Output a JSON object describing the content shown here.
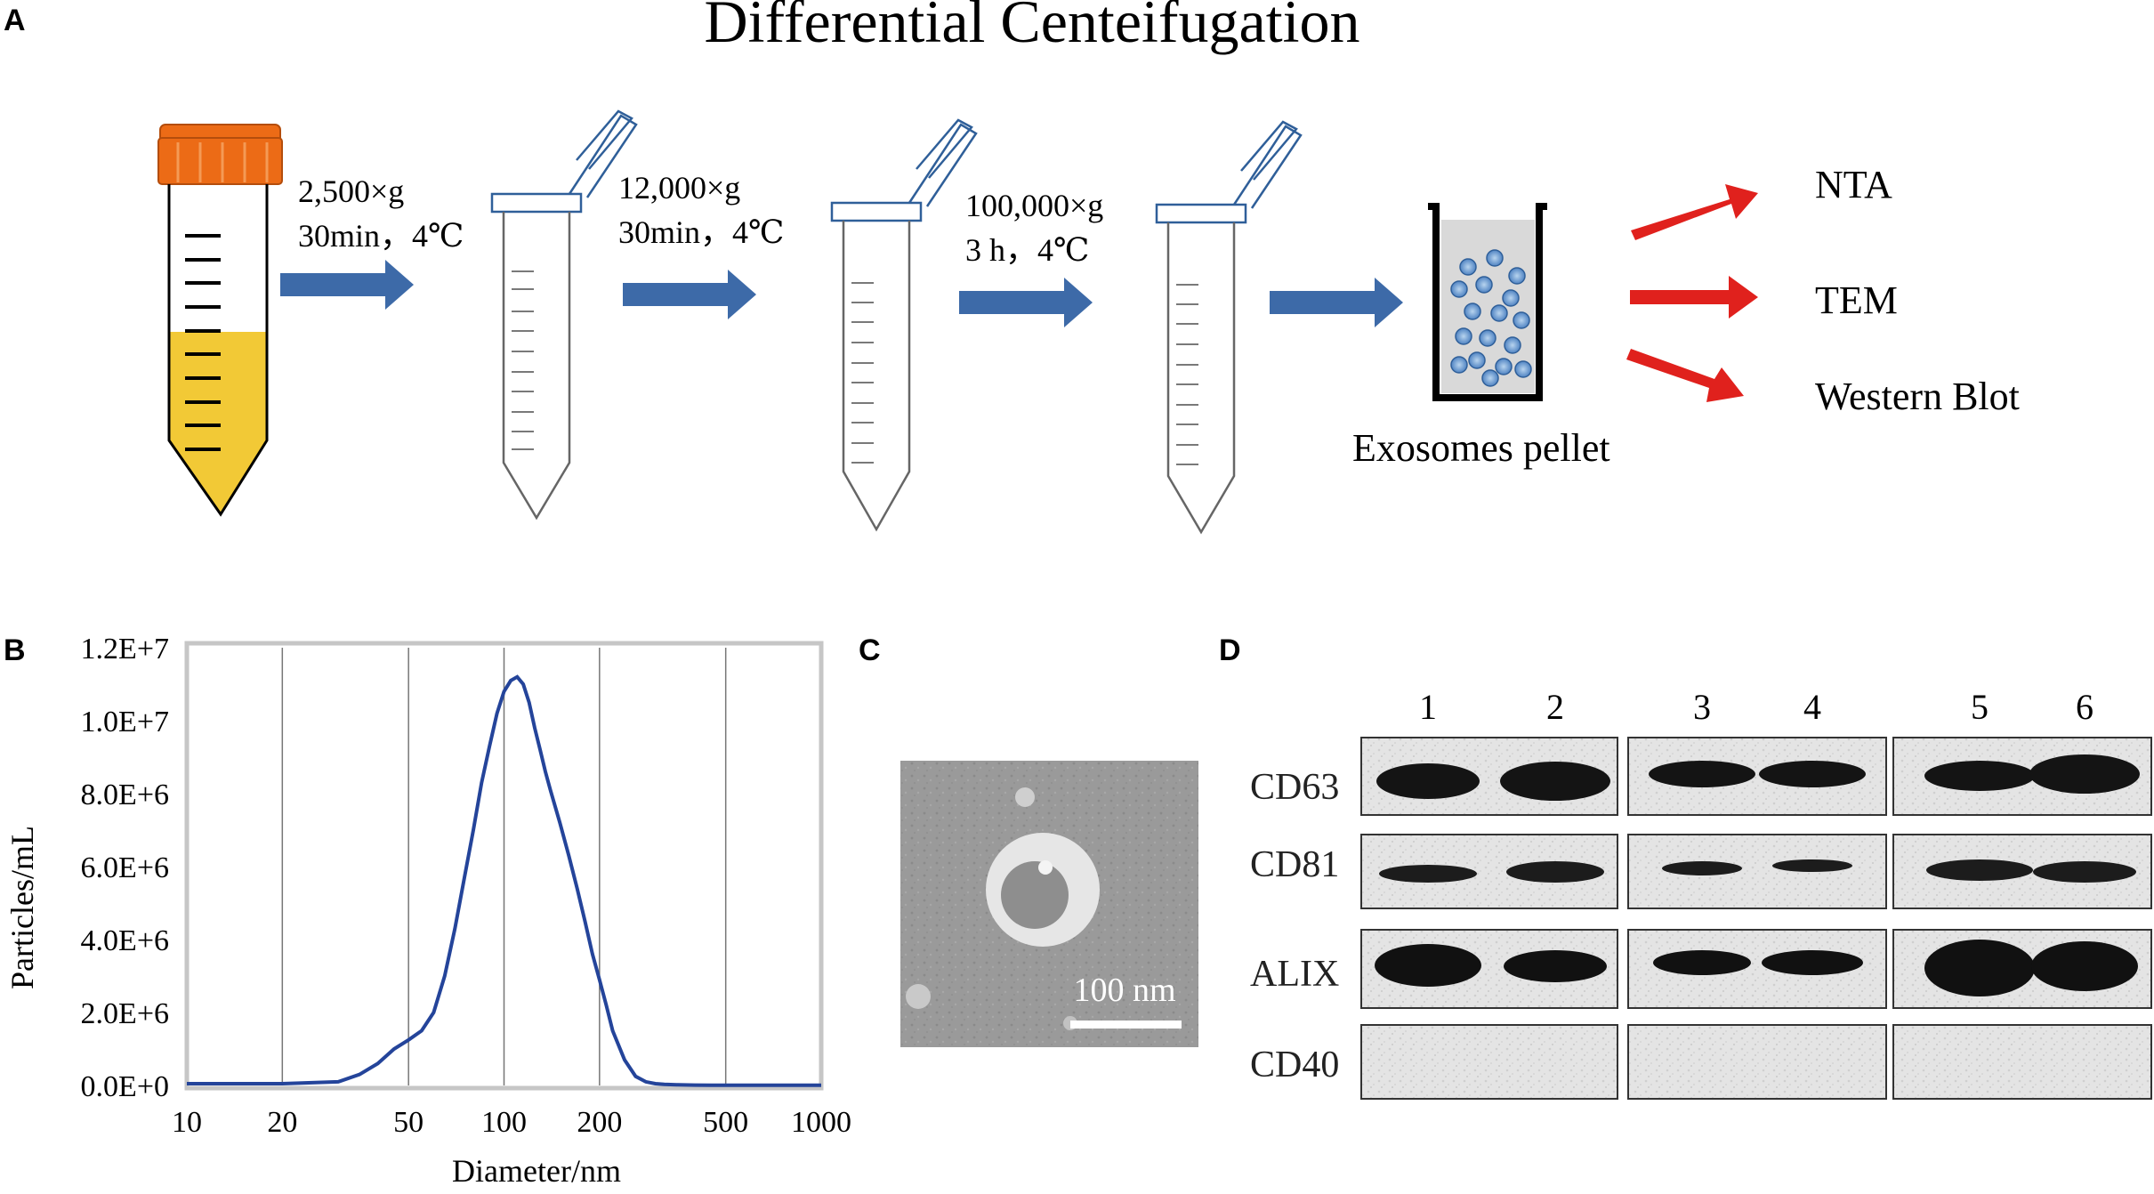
{
  "panels": {
    "a": {
      "letter": "A",
      "title": "Differential Centeifugation",
      "steps": [
        {
          "line1": "2,500×g",
          "line2": "30min，4℃"
        },
        {
          "line1": "12,000×g",
          "line2": "30min，4℃"
        },
        {
          "line1": "100,000×g",
          "line2": "3 h，4℃"
        }
      ],
      "pellet_label": "Exosomes pellet",
      "analyses": [
        "NTA",
        "TEM",
        "Western Blot"
      ]
    },
    "b": {
      "letter": "B"
    },
    "c": {
      "letter": "C",
      "scale_bar_label": "100 nm"
    },
    "d": {
      "letter": "D",
      "lanes": [
        "1",
        "2",
        "3",
        "4",
        "5",
        "6"
      ],
      "proteins": [
        "CD63",
        "CD81",
        "ALIX",
        "CD40"
      ]
    }
  },
  "colors": {
    "arrow_blue": "#3d6aa8",
    "arrow_red": "#e0211d",
    "cap_orange": "#ec6b16",
    "liquid_yellow": "#f2c936",
    "curve_blue": "#24449a",
    "tube_outline": "#2f5f99"
  },
  "chart_data": {
    "type": "line",
    "xlabel": "Diameter/nm",
    "ylabel": "Particles/mL",
    "x_scale": "log",
    "x_ticks": [
      "10",
      "20",
      "50",
      "100",
      "200",
      "500",
      "1000"
    ],
    "y_ticks": [
      "0.0E+0",
      "2.0E+6",
      "4.0E+6",
      "6.0E+6",
      "8.0E+6",
      "1.0E+7",
      "1.2E+7"
    ],
    "xlim": [
      10,
      1000
    ],
    "ylim": [
      0,
      12000000
    ],
    "grid": "vertical",
    "series": [
      {
        "x": [
          10,
          20,
          30,
          35,
          40,
          45,
          50,
          55,
          60,
          65,
          70,
          75,
          80,
          85,
          90,
          95,
          100,
          105,
          110,
          115,
          120,
          125,
          130,
          135,
          140,
          150,
          160,
          170,
          180,
          190,
          200,
          210,
          220,
          240,
          260,
          280,
          300,
          320,
          350,
          400,
          450,
          500,
          600,
          700,
          800,
          1000
        ],
        "y": [
          50000,
          50000,
          100000,
          300000,
          600000,
          1000000,
          1250000,
          1500000,
          2000000,
          3000000,
          4300000,
          5700000,
          7000000,
          8300000,
          9300000,
          10200000,
          10800000,
          11100000,
          11200000,
          11000000,
          10500000,
          9800000,
          9200000,
          8600000,
          8100000,
          7200000,
          6300000,
          5400000,
          4500000,
          3600000,
          2900000,
          2200000,
          1500000,
          700000,
          250000,
          100000,
          50000,
          30000,
          20000,
          10000,
          5000,
          5000,
          5000,
          5000,
          5000,
          5000
        ]
      }
    ]
  }
}
